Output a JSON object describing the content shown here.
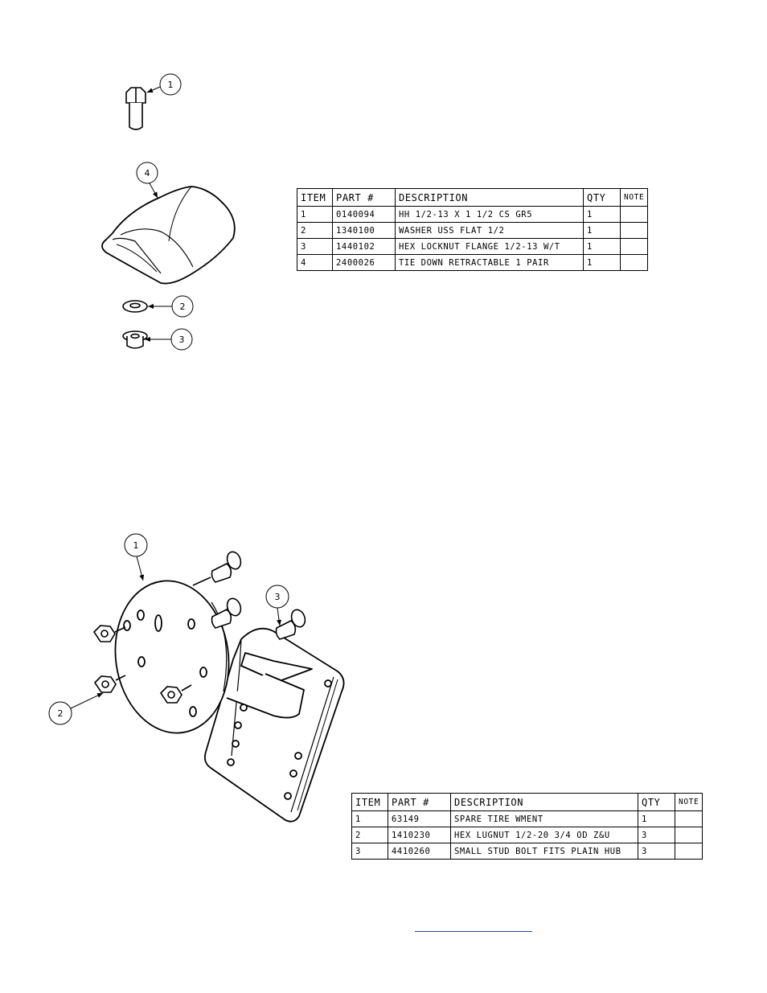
{
  "bom_table_1": {
    "headers": {
      "item": "ITEM",
      "part": "PART #",
      "description": "DESCRIPTION",
      "qty": "QTY",
      "note": "NOTE"
    },
    "rows": [
      {
        "item": "1",
        "part": "0140094",
        "description": "HH 1/2-13 X 1 1/2 CS GR5",
        "qty": "1",
        "note": ""
      },
      {
        "item": "2",
        "part": "1340100",
        "description": "WASHER USS FLAT 1/2",
        "qty": "1",
        "note": ""
      },
      {
        "item": "3",
        "part": "1440102",
        "description": "HEX LOCKNUT FLANGE 1/2-13 W/T",
        "qty": "1",
        "note": ""
      },
      {
        "item": "4",
        "part": "2400026",
        "description": "TIE DOWN RETRACTABLE 1 PAIR",
        "qty": "1",
        "note": ""
      }
    ]
  },
  "bom_table_2": {
    "headers": {
      "item": "ITEM",
      "part": "PART #",
      "description": "DESCRIPTION",
      "qty": "QTY",
      "note": "NOTE"
    },
    "rows": [
      {
        "item": "1",
        "part": "63149",
        "description": "SPARE TIRE WMENT",
        "qty": "1",
        "note": ""
      },
      {
        "item": "2",
        "part": "1410230",
        "description": "HEX LUGNUT 1/2-20 3/4 OD Z&U",
        "qty": "3",
        "note": ""
      },
      {
        "item": "3",
        "part": "4410260",
        "description": "SMALL STUD BOLT FITS PLAIN HUB",
        "qty": "3",
        "note": ""
      }
    ]
  },
  "balloons_1": {
    "b1": "1",
    "b2": "2",
    "b3": "3",
    "b4": "4"
  },
  "balloons_2": {
    "b1": "1",
    "b2": "2",
    "b3": "3"
  }
}
